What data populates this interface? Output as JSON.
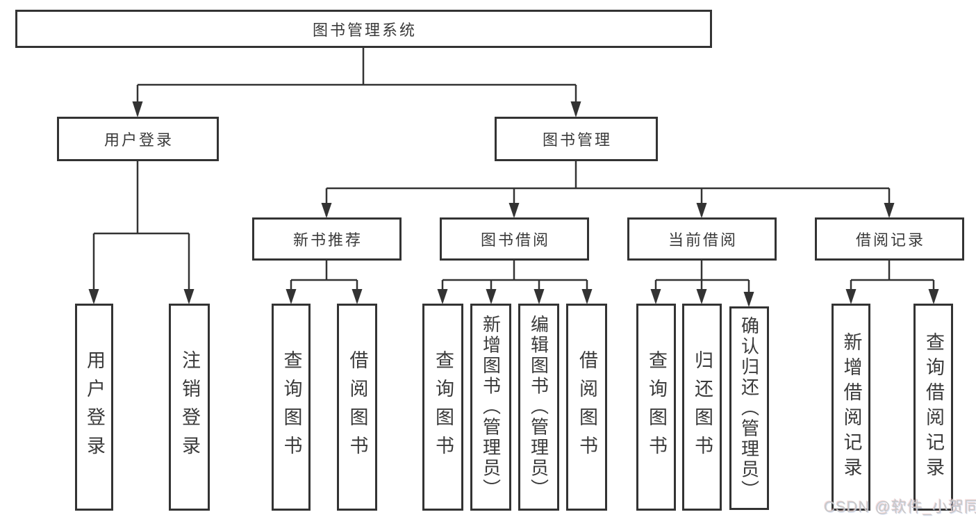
{
  "tree": {
    "root": {
      "label": "图书管理系统",
      "children": [
        {
          "label": "用户登录",
          "children": [
            {
              "label": "用户登录"
            },
            {
              "label": "注销登录"
            }
          ]
        },
        {
          "label": "图书管理",
          "children": [
            {
              "label": "新书推荐",
              "children": [
                {
                  "label": "查询图书"
                },
                {
                  "label": "借阅图书"
                }
              ]
            },
            {
              "label": "图书借阅",
              "children": [
                {
                  "label": "查询图书"
                },
                {
                  "label": "新增图书（管理员）"
                },
                {
                  "label": "编辑图书（管理员）"
                },
                {
                  "label": "借阅图书"
                }
              ]
            },
            {
              "label": "当前借阅",
              "children": [
                {
                  "label": "查询图书"
                },
                {
                  "label": "归还图书"
                },
                {
                  "label": "确认归还（管理员）"
                }
              ]
            },
            {
              "label": "借阅记录",
              "children": [
                {
                  "label": "新增借阅记录"
                },
                {
                  "label": "查询借阅记录"
                }
              ]
            }
          ]
        }
      ]
    }
  },
  "watermark": {
    "text": "CSDN @软件_小贺同学"
  },
  "colors": {
    "box_border": "#333333",
    "connector_line": "#333333",
    "text": "#3a3a3a",
    "background": "#ffffff",
    "watermark_text": "#c8c8c8"
  }
}
